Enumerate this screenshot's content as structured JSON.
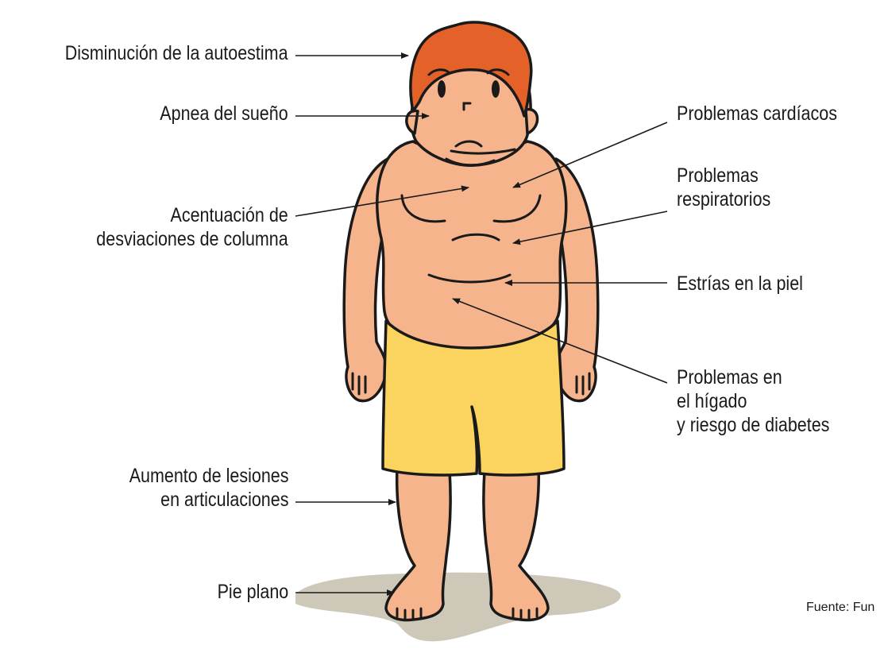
{
  "labels": {
    "autoestima": "Disminución de la autoestima",
    "apnea": "Apnea del sueño",
    "columna": [
      "Acentuación de",
      "desviaciones de columna"
    ],
    "articulaciones": [
      "Aumento de lesiones",
      "en articulaciones"
    ],
    "pie_plano": "Pie plano",
    "cardiacos": "Problemas cardíacos",
    "respiratorios": [
      "Problemas",
      "respiratorios"
    ],
    "estrias": "Estrías en la piel",
    "higado": [
      "Problemas en",
      "el hígado",
      "y riesgo de diabetes"
    ]
  },
  "source": "Fuente: Fun",
  "colors": {
    "skin": "#f6b48c",
    "hair": "#e4622a",
    "shorts": "#fad45e",
    "shadow": "#cdc8b8",
    "outline": "#1a1a1a"
  }
}
